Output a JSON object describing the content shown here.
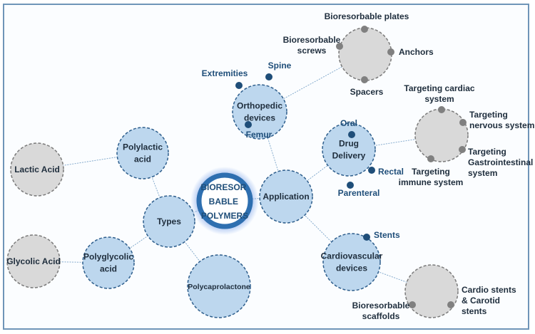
{
  "center": {
    "lines": [
      "BIORESOR",
      "BABLE",
      "POLYMERS"
    ]
  },
  "colors": {
    "blue_fill": "#bdd7ee",
    "blue_stroke": "#2e5e8c",
    "gray_fill": "#d9d9d9",
    "gray_stroke": "#7a7a7a",
    "dot_blue": "#1f4e79",
    "dot_gray": "#808080",
    "text_dark": "#1f2e3d",
    "text_blue": "#1f4e79",
    "center_ring": "#2e6fb0"
  },
  "nodes": [
    {
      "id": "types",
      "lines": [
        "Types"
      ],
      "kind": "blue"
    },
    {
      "id": "polylactic",
      "lines": [
        "Polylactic",
        "acid"
      ],
      "kind": "blue"
    },
    {
      "id": "polyglycolic",
      "lines": [
        "Polyglycolic",
        "acid"
      ],
      "kind": "blue"
    },
    {
      "id": "polycaprolactone",
      "lines": [
        "Polycaprolactone"
      ],
      "kind": "blue"
    },
    {
      "id": "lactic",
      "lines": [
        "Lactic Acid"
      ],
      "kind": "gray"
    },
    {
      "id": "glycolic",
      "lines": [
        "Glycolic Acid"
      ],
      "kind": "gray"
    },
    {
      "id": "application",
      "lines": [
        "Application"
      ],
      "kind": "blue"
    },
    {
      "id": "orthopedic",
      "lines": [
        "Orthopedic",
        "devices"
      ],
      "kind": "blue"
    },
    {
      "id": "drug",
      "lines": [
        "Drug",
        "Delivery"
      ],
      "kind": "blue"
    },
    {
      "id": "cardio",
      "lines": [
        "Cardiovascular",
        "devices"
      ],
      "kind": "blue"
    },
    {
      "id": "ortho_sub",
      "lines": [],
      "kind": "gray"
    },
    {
      "id": "drug_sub",
      "lines": [],
      "kind": "gray"
    },
    {
      "id": "cardio_sub",
      "lines": [],
      "kind": "gray"
    }
  ],
  "edges": [
    [
      "center",
      "types"
    ],
    [
      "center",
      "application"
    ],
    [
      "types",
      "polylactic"
    ],
    [
      "types",
      "polyglycolic"
    ],
    [
      "types",
      "polycaprolactone"
    ],
    [
      "polylactic",
      "lactic"
    ],
    [
      "polyglycolic",
      "glycolic"
    ],
    [
      "application",
      "orthopedic"
    ],
    [
      "application",
      "drug"
    ],
    [
      "application",
      "cardio"
    ],
    [
      "orthopedic",
      "ortho_sub"
    ],
    [
      "drug",
      "drug_sub"
    ],
    [
      "cardio",
      "cardio_sub"
    ]
  ],
  "satellites": [
    {
      "node": "orthopedic",
      "lines": [
        "Extremities"
      ],
      "kind": "blue"
    },
    {
      "node": "orthopedic",
      "lines": [
        "Spine"
      ],
      "kind": "blue"
    },
    {
      "node": "orthopedic",
      "lines": [
        "Femur"
      ],
      "kind": "blue"
    },
    {
      "node": "drug",
      "lines": [
        "Oral"
      ],
      "kind": "blue"
    },
    {
      "node": "drug",
      "lines": [
        "Rectal"
      ],
      "kind": "blue"
    },
    {
      "node": "drug",
      "lines": [
        "Parenteral"
      ],
      "kind": "blue"
    },
    {
      "node": "cardio",
      "lines": [
        "Stents"
      ],
      "kind": "blue"
    },
    {
      "node": "ortho_sub",
      "lines": [
        "Bioresorbable plates"
      ],
      "kind": "gray"
    },
    {
      "node": "ortho_sub",
      "lines": [
        "Bioresorbable",
        "screws"
      ],
      "kind": "gray"
    },
    {
      "node": "ortho_sub",
      "lines": [
        "Anchors"
      ],
      "kind": "gray"
    },
    {
      "node": "ortho_sub",
      "lines": [
        "Spacers"
      ],
      "kind": "gray"
    },
    {
      "node": "drug_sub",
      "lines": [
        "Targeting cardiac",
        "system"
      ],
      "kind": "gray"
    },
    {
      "node": "drug_sub",
      "lines": [
        "Targeting",
        "nervous system"
      ],
      "kind": "gray"
    },
    {
      "node": "drug_sub",
      "lines": [
        "Targeting",
        "Gastrointestinal",
        "system"
      ],
      "kind": "gray"
    },
    {
      "node": "drug_sub",
      "lines": [
        "Targeting",
        "immune system"
      ],
      "kind": "gray"
    },
    {
      "node": "cardio_sub",
      "lines": [
        "Bioresorbable",
        "scaffolds"
      ],
      "kind": "gray"
    },
    {
      "node": "cardio_sub",
      "lines": [
        "Cardio stents",
        "& Carotid",
        "stents"
      ],
      "kind": "gray"
    }
  ]
}
